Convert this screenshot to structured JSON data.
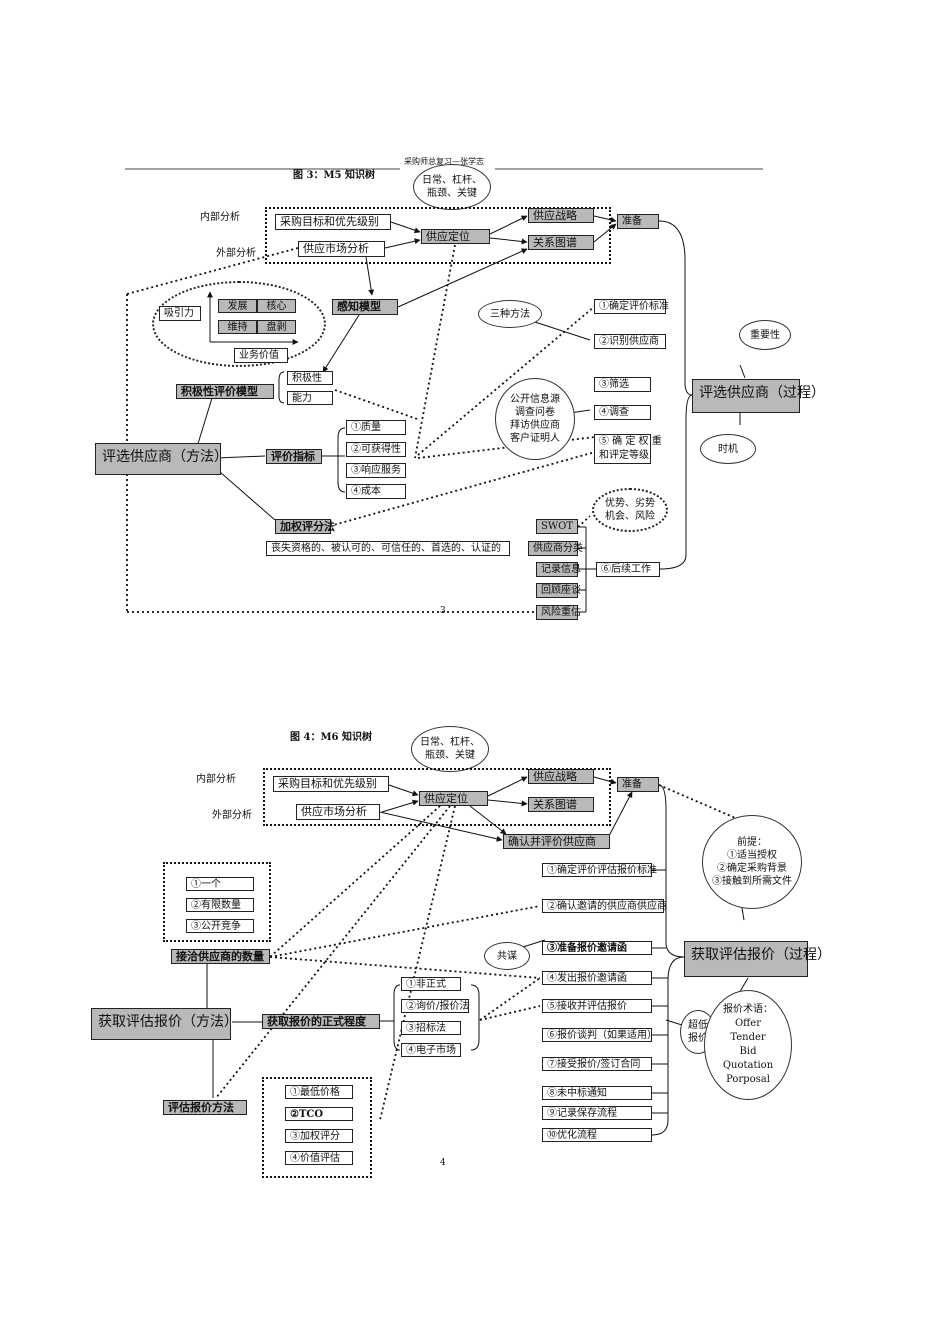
{
  "header": {
    "running_title": "采购师总复习—张学志"
  },
  "fig3": {
    "title": "图 3：M5 知识树",
    "internal_label": "内部分析",
    "external_label": "外部分析",
    "goal_box": "采购目标和优先级别",
    "market_box": "供应市场分析",
    "positioning": "供应定位",
    "bubble_types": [
      "日常、杠杆、",
      "瓶颈、关键"
    ],
    "supply_strategy": "供应战略",
    "relationship_map": "关系图谱",
    "prepare": "准备",
    "perception_model": "感知模型",
    "matrix": [
      "发展",
      "核心",
      "维持",
      "盘剥"
    ],
    "attraction": "吸引力",
    "business_value": "业务价值",
    "positive_model": "积极性评价模型",
    "positivity": "积极性",
    "capability": "能力",
    "method_title": "评选供应商（方法）",
    "eval_index": "评价指标",
    "indices": [
      "①质量",
      "②可获得性",
      "③响应服务",
      "④成本"
    ],
    "weighted": "加权评分法",
    "weighted_scale": "丧失资格的、被认可的、可信任的、首选的、认证的",
    "three_methods": "三种方法",
    "steps": [
      "①确定评价标准",
      "②识别供应商",
      "③筛选",
      "④调查"
    ],
    "step5": [
      "⑤ 确 定 权 重",
      "和评定等级"
    ],
    "info_sources": [
      "公开信息源",
      "调查问卷",
      "拜访供应商",
      "客户证明人"
    ],
    "process_title": "评选供应商（过程）",
    "importance": "重要性",
    "timing": "时机",
    "swot_note": [
      "优势、劣势",
      "机会、风险"
    ],
    "followups": [
      "SWOT",
      "供应商分类",
      "记录信息",
      "回顾座谈",
      "风险重估"
    ],
    "step6": "⑥后续工作",
    "page_num": "3"
  },
  "fig4": {
    "title": "图 4：M6 知识树",
    "internal_label": "内部分析",
    "external_label": "外部分析",
    "goal_box": "采购目标和优先级别",
    "market_box": "供应市场分析",
    "positioning": "供应定位",
    "bubble_types": [
      "日常、杠杆、",
      "瓶颈、关键"
    ],
    "supply_strategy": "供应战略",
    "relationship_map": "关系图谱",
    "prepare": "准备",
    "confirm": "确认并评价供应商",
    "counts": [
      "①一个",
      "②有限数量",
      "③公开竞争"
    ],
    "contact_count": "接洽供应商的数量",
    "method_title": "获取评估报价（方法）",
    "formality": "获取报价的正式程度",
    "formal_levels": [
      "①非正式",
      "②询价/报价法",
      "③招标法",
      "④电子市场"
    ],
    "eval_method": "评估报价方法",
    "eval_methods": [
      "①最低价格",
      "②TCO",
      "③加权评分",
      "④价值评估"
    ],
    "steps": [
      "①确定评价评估报价标准",
      "②确认邀请的供应商供应商",
      "③准备报价邀请函",
      "④发出报价邀请函",
      "⑤接收并评估报价",
      "⑥报价谈判（如果适用）",
      "⑦接受报价/签订合同",
      "⑧未中标通知",
      "⑨记录保存流程",
      "⑩优化流程"
    ],
    "collusion": "共谋",
    "premise": [
      "前提：",
      "①适当授权",
      "②确定采购背景",
      "③接触到所需文件"
    ],
    "process_title": "获取评估报价（过程）",
    "ultra_low": [
      "超低",
      "报价"
    ],
    "terms": [
      "报价术语：",
      "Offer",
      "Tender",
      "Bid",
      "Quotation",
      "Porposal"
    ],
    "page_num": "4"
  }
}
